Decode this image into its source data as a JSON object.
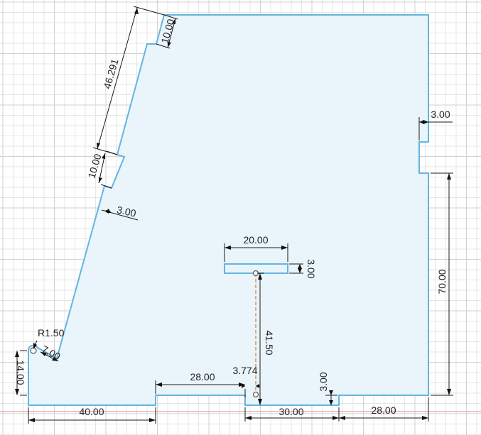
{
  "colors": {
    "sketch_fill": "#e9f4fb",
    "sketch_stroke": "#62b6e0",
    "dimension": "#222222",
    "construction_line": "#c8803c",
    "x_axis": "#e8a0a0",
    "grid_major": "#d2d2d2",
    "grid_minor": "#e6e6e6"
  },
  "dimensions": {
    "left_height": "14.00",
    "corner_radius": "R1.50",
    "small_diag": "7.00",
    "bottom_left_width": "40.00",
    "notch_offset": "28.00",
    "construction_height": "41.50",
    "construction_offset": "3.774",
    "bottom_mid_width": "30.00",
    "bottom_right_width": "28.00",
    "bottom_step": "3.00",
    "right_height": "70.00",
    "right_notch_depth": "3.00",
    "slot_width": "20.00",
    "slot_height": "3.00",
    "slope_length": "46.291",
    "top_tab_length": "10.00",
    "mid_tab_length": "10.00",
    "slope_tab_depth": "3.00"
  }
}
